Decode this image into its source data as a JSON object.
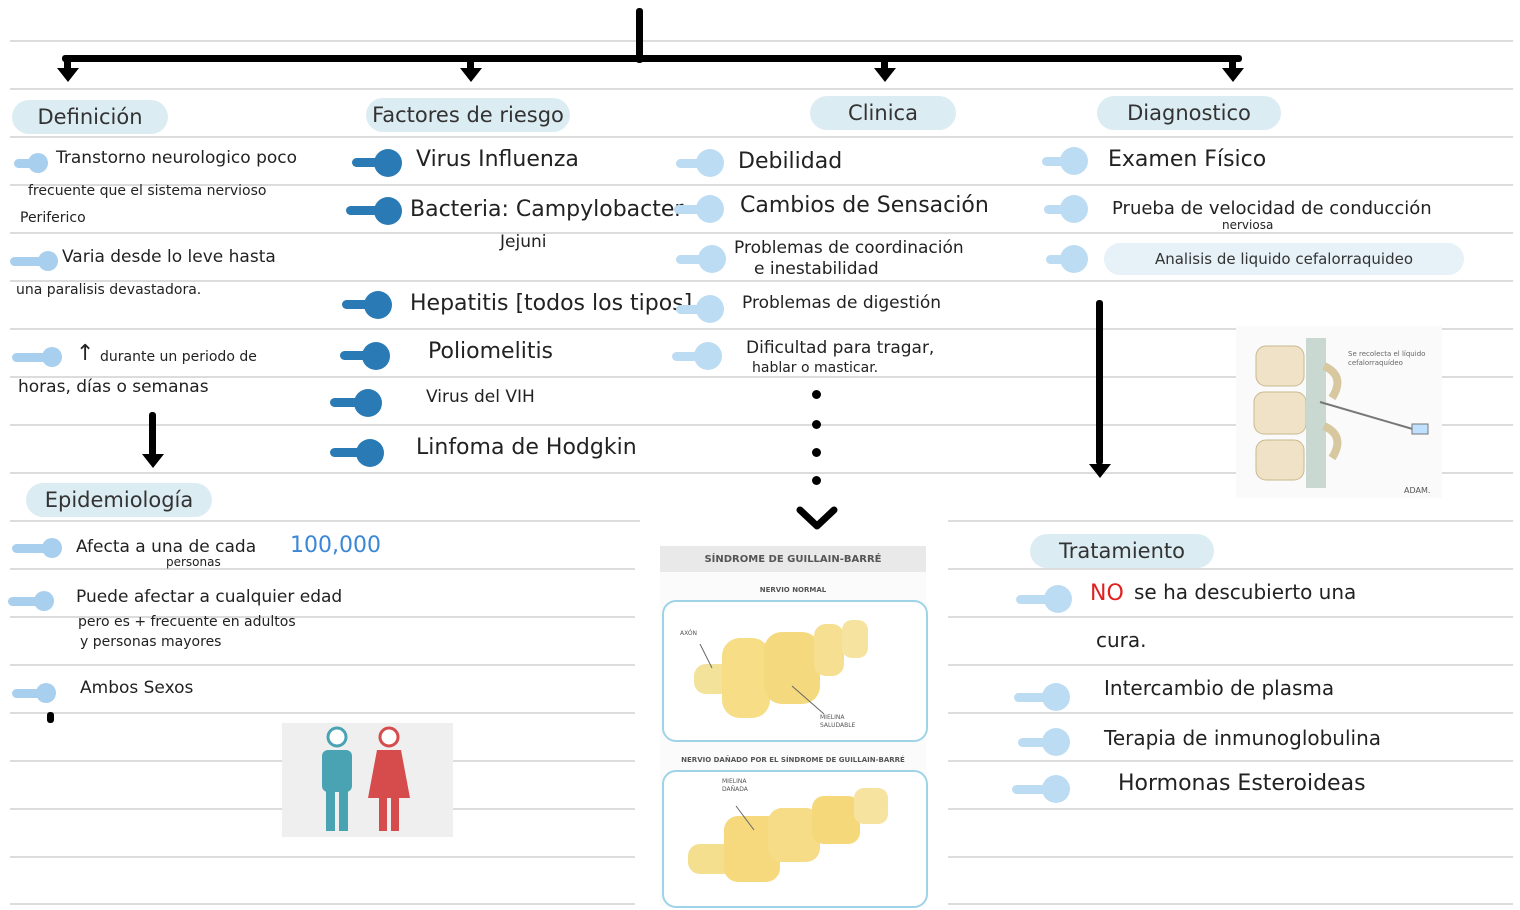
{
  "headers": {
    "definicion": "Definición",
    "factores": "Factores de riesgo",
    "clinica": "Clinica",
    "diagnostico": "Diagnostico",
    "epidemiologia": "Epidemiología",
    "tratamiento": "Tratamiento"
  },
  "definicion": {
    "item1_line1": "Transtorno neurologico poco",
    "item1_line2": "frecuente que el sistema nervioso",
    "item1_line3": "Periferico",
    "item2_line1": "Varia desde lo leve hasta",
    "item2_line2": "una paralisis devastadora.",
    "item3_arrow": "↑",
    "item3_line1": "durante un periodo de",
    "item3_line2": "horas, días o semanas"
  },
  "factores": {
    "items": [
      "Virus Influenza",
      "Bacteria: Campylobacter",
      "Jejuni",
      "Hepatitis [todos los tipos]",
      "Poliomelitis",
      "Virus del VIH",
      "Linfoma de Hodgkin"
    ]
  },
  "clinica": {
    "items": [
      "Debilidad",
      "Cambios de Sensación",
      "Problemas de coordinación",
      "e inestabilidad",
      "Problemas de digestión",
      "Dificultad para tragar,",
      "hablar o masticar."
    ]
  },
  "diagnostico": {
    "item1": "Examen Físico",
    "item2": "Prueba de velocidad de conducción",
    "item2b": "nerviosa",
    "item3": "Analisis de liquido cefalorraquideo",
    "image_caption": "Se recolecta el líquido cefalorraquídeo",
    "image_credit": "ADAM."
  },
  "epidemiologia": {
    "item1": "Afecta a una de cada",
    "item1_num": "100,000",
    "item1b": "personas",
    "item2_line1": "Puede afectar a cualquier edad",
    "item2_line2": "pero es + frecuente en adultos",
    "item2_line3": "y personas mayores",
    "item3": "Ambos Sexos"
  },
  "figure": {
    "title": "SÍNDROME DE GUILLAIN-BARRÉ",
    "normal": "NERVIO NORMAL",
    "axon": "AXÓN",
    "mielina_sana": "MIELINA SALUDABLE",
    "damaged": "NERVIO DAÑADO POR EL SÍNDROME DE GUILLAIN-BARRÉ",
    "mielina_danada": "MIELINA DAÑADA"
  },
  "tratamiento": {
    "item1_no": "NO",
    "item1_rest": "se ha descubierto una",
    "item1_line2": "cura.",
    "item2": "Intercambio de plasma",
    "item3": "Terapia de inmunoglobulina",
    "item4": "Hormonas Esteroideas"
  },
  "colors": {
    "accent_blue": "#2a7bb5",
    "light_blue": "#a9cfee",
    "pill": "#dcecf3",
    "red": "#e02020",
    "number_blue": "#3b86d6"
  }
}
